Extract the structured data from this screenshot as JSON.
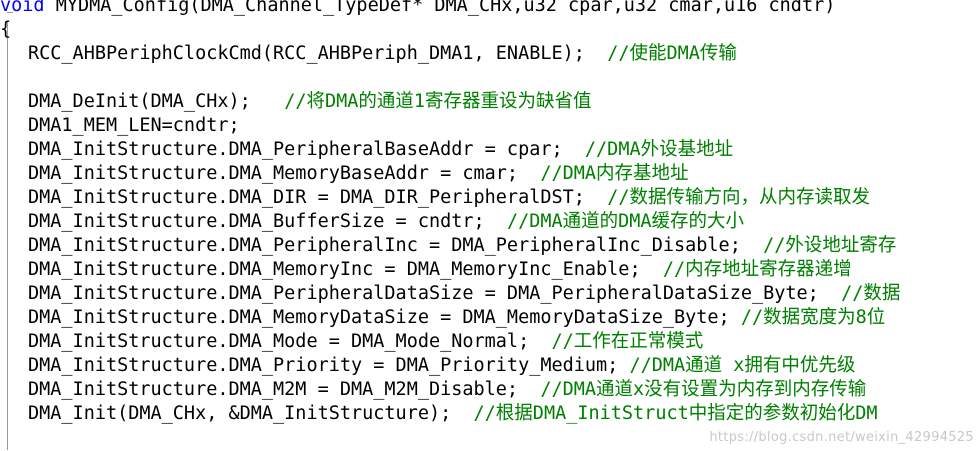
{
  "code": {
    "line0_kw": "void",
    "line0_rest": " MYDMA_Config(DMA_Channel_TypeDef* DMA_CHx,u32 cpar,u32 cmar,u16 cndtr)",
    "line1": "{",
    "line2_code": "RCC_AHBPeriphClockCmd(RCC_AHBPeriph_DMA1, ENABLE);  ",
    "line2_comment": "//使能DMA传输",
    "line4_code": "DMA_DeInit(DMA_CHx);   ",
    "line4_comment": "//将DMA的通道1寄存器重设为缺省值",
    "line5_code": "DMA1_MEM_LEN=cndtr;",
    "line6_code": "DMA_InitStructure.DMA_PeripheralBaseAddr = cpar;  ",
    "line6_comment": "//DMA外设基地址",
    "line7_code": "DMA_InitStructure.DMA_MemoryBaseAddr = cmar;  ",
    "line7_comment": "//DMA内存基地址",
    "line8_code": "DMA_InitStructure.DMA_DIR = DMA_DIR_PeripheralDST;  ",
    "line8_comment": "//数据传输方向，从内存读取发",
    "line9_code": "DMA_InitStructure.DMA_BufferSize = cndtr;  ",
    "line9_comment": "//DMA通道的DMA缓存的大小",
    "line10_code": "DMA_InitStructure.DMA_PeripheralInc = DMA_PeripheralInc_Disable;  ",
    "line10_comment": "//外设地址寄存",
    "line11_code": "DMA_InitStructure.DMA_MemoryInc = DMA_MemoryInc_Enable;  ",
    "line11_comment": "//内存地址寄存器递增",
    "line12_code": "DMA_InitStructure.DMA_PeripheralDataSize = DMA_PeripheralDataSize_Byte;  ",
    "line12_comment": "//数据",
    "line13_code": "DMA_InitStructure.DMA_MemoryDataSize = DMA_MemoryDataSize_Byte; ",
    "line13_comment": "//数据宽度为8位",
    "line14_code": "DMA_InitStructure.DMA_Mode = DMA_Mode_Normal;  ",
    "line14_comment": "//工作在正常模式",
    "line15_code": "DMA_InitStructure.DMA_Priority = DMA_Priority_Medium; ",
    "line15_comment": "//DMA通道 x拥有中优先级",
    "line16_code": "DMA_InitStructure.DMA_M2M = DMA_M2M_Disable;  ",
    "line16_comment": "//DMA通道x没有设置为内存到内存传输",
    "line17_code": "DMA_Init(DMA_CHx, &DMA_InitStructure);  ",
    "line17_comment": "//根据DMA_InitStruct中指定的参数初始化DM"
  },
  "watermark": "https://blog.csdn.net/weixin_42994525"
}
